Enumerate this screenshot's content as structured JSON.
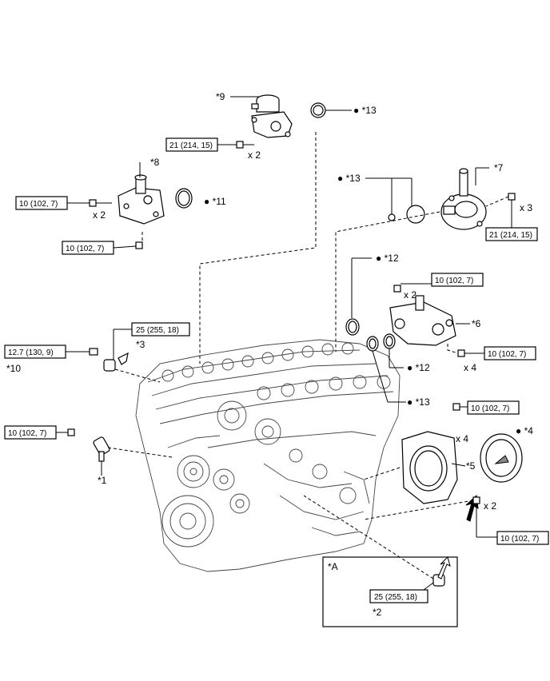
{
  "parts": {
    "p1": "*1",
    "p2": "*2",
    "p3": "*3",
    "p4": "*4",
    "p5": "*5",
    "p6": "*6",
    "p7": "*7",
    "p8": "*8",
    "p9": "*9",
    "p10": "*10",
    "p11": "*11",
    "p12a": "*12",
    "p12b": "*12",
    "p13a": "*13",
    "p13b": "*13",
    "p13c": "*13"
  },
  "torques": {
    "t_9": "21 (214, 15)",
    "t_8a": "10 (102, 7)",
    "t_8b": "10 (102, 7)",
    "t_7": "21 (214, 15)",
    "t_6a": "10 (102, 7)",
    "t_6b": "10 (102, 7)",
    "t_3": "25 (255, 18)",
    "t_10": "12.7 (130, 9)",
    "t_1": "10 (102, 7)",
    "t_5a": "10 (102, 7)",
    "t_5b": "10 (102, 7)",
    "t_2": "25 (255, 18)"
  },
  "quantities": {
    "q9": "x 2",
    "q8": "x 2",
    "q7": "x 3",
    "q6a": "x 2",
    "q6b": "x 4",
    "q5a": "x 4",
    "q5b": "x 2"
  },
  "inset_label": "*A",
  "bullet": "●"
}
